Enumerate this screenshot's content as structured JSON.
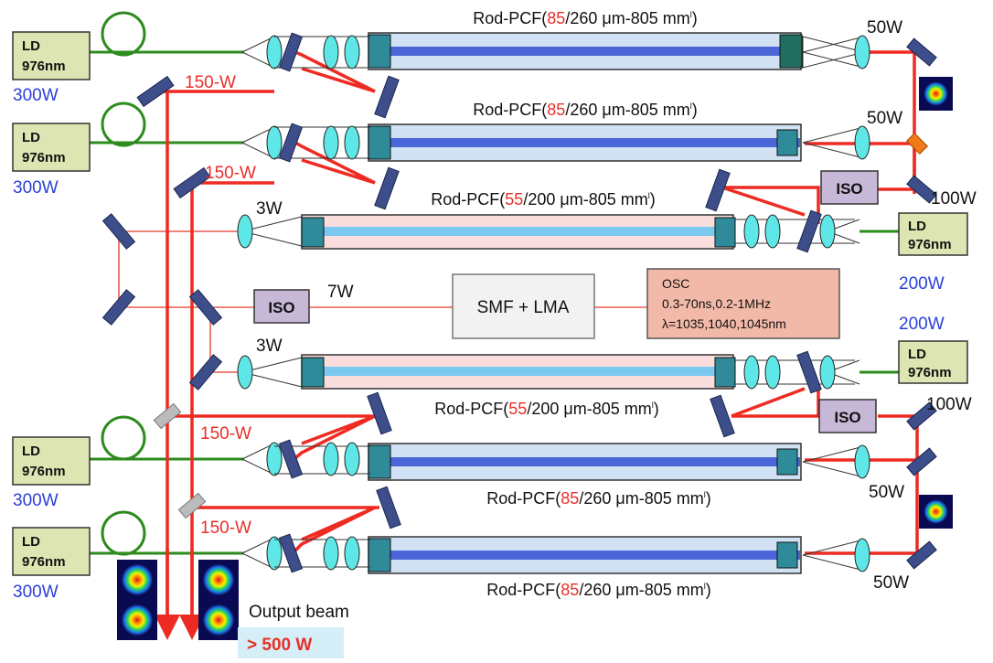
{
  "colors": {
    "fiber_green": "#2e8b1e",
    "beam_red": "#ee2b22",
    "thin_red": "#e85a4f",
    "ld_fill": "#dde6b3",
    "iso_fill": "#c8b8d8",
    "osc_fill": "#f2b9a8",
    "rod_blue_core": "#4a66d8",
    "rod_blue_clad": "#cfe1f2",
    "rod_pink_clad": "#fadddd",
    "rod_cyan_core": "#7cc9ef",
    "lens_cyan": "#5fe6e6",
    "mirror_navy": "#3d4e8a",
    "end_teal": "#2f8a9a",
    "blue_text": "#2a3fd6",
    "red_text": "#e8302a"
  },
  "rods": [
    {
      "prefix": "Rod-PCF(",
      "core": "85",
      "suffix": "/260 μm-805 mm",
      "mark": "l",
      "close": ")"
    },
    {
      "prefix": "Rod-PCF(",
      "core": "85",
      "suffix": "/260 μm-805 mm",
      "mark": "l",
      "close": ")"
    },
    {
      "prefix": "Rod-PCF(",
      "core": "55",
      "suffix": "/200 μm-805 mm",
      "mark": "l",
      "close": ")"
    },
    {
      "prefix": "Rod-PCF(",
      "core": "55",
      "suffix": "/200 μm-805 mm",
      "mark": "l",
      "close": ")"
    },
    {
      "prefix": "Rod-PCF(",
      "core": "85",
      "suffix": "/260 μm-805 mm",
      "mark": "l",
      "close": ")"
    },
    {
      "prefix": "Rod-PCF(",
      "core": "85",
      "suffix": "/260 μm-805 mm",
      "mark": "l",
      "close": ")"
    }
  ],
  "ld_left": [
    {
      "line1": "LD",
      "line2": "976nm",
      "power": "300W"
    },
    {
      "line1": "LD",
      "line2": "976nm",
      "power": "300W"
    },
    {
      "line1": "LD",
      "line2": "976nm",
      "power": "300W"
    },
    {
      "line1": "LD",
      "line2": "976nm",
      "power": "300W"
    }
  ],
  "ld_right": [
    {
      "line1": "LD",
      "line2": "976nm",
      "power": "200W"
    },
    {
      "line1": "LD",
      "line2": "976nm",
      "power": "200W"
    }
  ],
  "power_labels": {
    "p150_a": "150-W",
    "p150_b": "150-W",
    "p150_c": "150-W",
    "p150_d": "150-W",
    "w50_a": "50W",
    "w50_b": "50W",
    "w50_c": "50W",
    "w50_d": "50W",
    "w100_a": "100W",
    "w100_b": "100W",
    "w3_a": "3W",
    "w3_b": "3W",
    "w7": "7W"
  },
  "iso_label": "ISO",
  "smf_label": "SMF + LMA",
  "osc": {
    "line1": "OSC",
    "line2": "0.3-70ns,0.2-1MHz",
    "line3": "λ=1035,1040,1045nm"
  },
  "output": {
    "label": "Output beam",
    "power": "> 500 W"
  }
}
